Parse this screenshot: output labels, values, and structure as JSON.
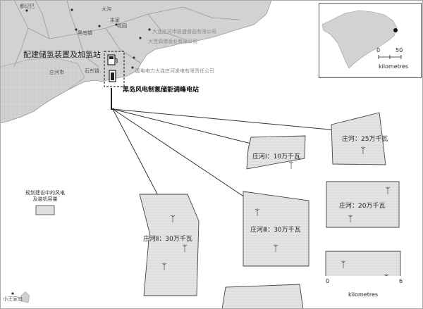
{
  "colors": {
    "land": "#d2d2d2",
    "water": "#ffffff",
    "farm_fill": "#e0e0e0",
    "farm_stroke": "#444444",
    "cable": "#333333",
    "station_dash": "#333333"
  },
  "map": {
    "main_label": "配建储氢装置及加氢站",
    "station_label": "黑岛风电制氢储能调峰电站",
    "places": [
      {
        "id": "place-1",
        "text": "都记巴"
      },
      {
        "id": "place-2",
        "text": "黑岛镇"
      },
      {
        "id": "place-3",
        "text": "大沟"
      },
      {
        "id": "place-4",
        "text": "朱家"
      },
      {
        "id": "place-5",
        "text": "花园"
      },
      {
        "id": "place-6",
        "text": "庄河市"
      },
      {
        "id": "place-7",
        "text": "石东镇"
      },
      {
        "id": "place-8",
        "text": "小王家岛"
      }
    ],
    "companies": [
      {
        "id": "company-1",
        "text": "大连庄河市凯盛食品有限公司"
      },
      {
        "id": "company-2",
        "text": "大连调港渔业有限公司"
      },
      {
        "id": "company-3",
        "text": "国电电力大连庄河发电有限责任公司"
      }
    ],
    "wind_farms": [
      {
        "id": "farm-zh1",
        "label": "庄河Ⅰ：10万千瓦"
      },
      {
        "id": "farm-zh25",
        "label": "庄河：25万千瓦"
      },
      {
        "id": "farm-zh2",
        "label": "庄河Ⅱ：30万千瓦"
      },
      {
        "id": "farm-zh3",
        "label": "庄河Ⅲ：30万千瓦"
      },
      {
        "id": "farm-zh20",
        "label": "庄河：20万千瓦"
      }
    ]
  },
  "legend": {
    "label_line1": "规划建设中的风电",
    "label_line2": "及装机容量"
  },
  "inset": {
    "scale_min": "0",
    "scale_max": "50",
    "unit": "kilometres"
  },
  "scalebar": {
    "min": "0",
    "max": "6",
    "unit": "kilometres"
  }
}
